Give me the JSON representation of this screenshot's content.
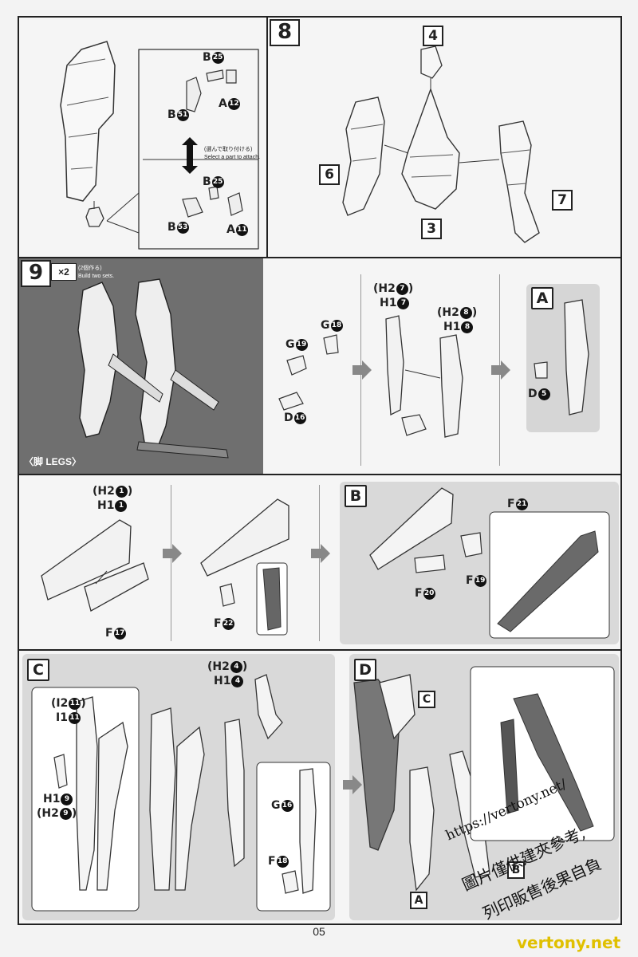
{
  "page_number": "05",
  "step7": {
    "part_labels": {
      "b25": "B",
      "b25n": "25",
      "a12": "A",
      "a12n": "12",
      "b51": "B",
      "b51n": "51",
      "b25b": "B",
      "b25bn": "25",
      "a11": "A",
      "a11n": "11",
      "b53": "B",
      "b53n": "53"
    },
    "select_note_jp": "(選んで取り付ける)",
    "select_note_en": "Select a part to attach."
  },
  "step8": {
    "number": "8",
    "labels": [
      "4",
      "6",
      "3",
      "7"
    ]
  },
  "step9": {
    "number": "9",
    "multiplier": "×2",
    "build_jp": "(2個作る)",
    "build_en": "Build two sets.",
    "legs_label": "〈脚 LEGS〉",
    "parts": {
      "g18": "G",
      "g18n": "18",
      "g19": "G",
      "g19n": "19",
      "d16": "D",
      "d16n": "16",
      "h27": "(H2",
      "h27n": "7",
      "h27close": ")",
      "h17": "H1",
      "h17n": "7",
      "h28": "(H2",
      "h28n": "8",
      "h28close": ")",
      "h18": "H1",
      "h18n": "8",
      "d5": "D",
      "d5n": "5"
    },
    "sub_a": "A"
  },
  "row_b": {
    "parts": {
      "h21": "(H2",
      "h21n": "1",
      "h21close": ")",
      "h11": "H1",
      "h11n": "1",
      "f17": "F",
      "f17n": "17",
      "f22": "F",
      "f22n": "22",
      "f21": "F",
      "f21n": "21",
      "f20": "F",
      "f20n": "20",
      "f19": "F",
      "f19n": "19"
    },
    "sub_b": "B"
  },
  "row_cd": {
    "sub_c": "C",
    "sub_d": "D",
    "parts": {
      "i211": "(I2",
      "i211n": "11",
      "i211close": ")",
      "i111": "I1",
      "i111n": "11",
      "h19": "H1",
      "h19n": "9",
      "h29": "(H2",
      "h29n": "9",
      "h29close": ")",
      "h24": "(H2",
      "h24n": "4",
      "h24close": ")",
      "h14": "H1",
      "h14n": "4",
      "g16": "G",
      "g16n": "16",
      "f18": "F",
      "f18n": "18"
    },
    "d_labels": {
      "c": "C",
      "b": "B",
      "a": "A"
    }
  },
  "watermark": {
    "url": "https://vertony.net/",
    "line1": "圖片僅供建夾參考,",
    "line2": "列印販售後果自負",
    "site": "vertony.net"
  }
}
